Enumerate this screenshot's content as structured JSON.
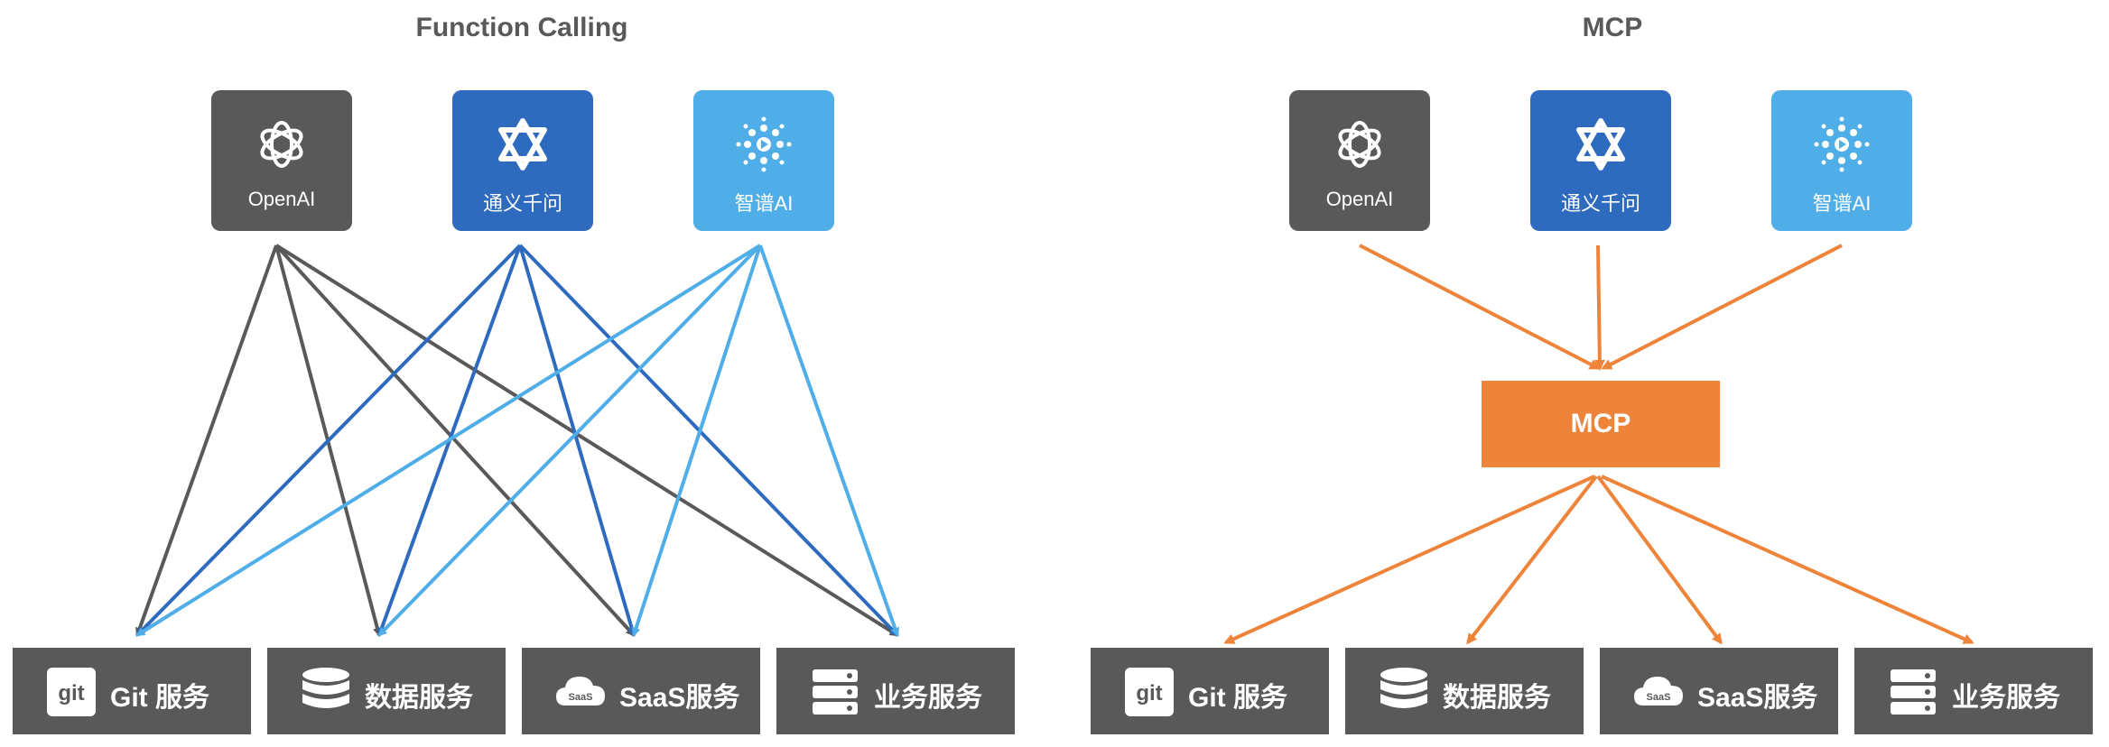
{
  "panels": {
    "left": {
      "title": "Function Calling",
      "models": [
        {
          "label": "OpenAI",
          "icon": "openai-logo-icon",
          "color": "#595959"
        },
        {
          "label": "通义千问",
          "icon": "tongyi-logo-icon",
          "color": "#2e6bbf"
        },
        {
          "label": "智谱AI",
          "icon": "zhipu-logo-icon",
          "color": "#4faee8"
        }
      ],
      "services": [
        {
          "label": "Git 服务",
          "icon": "git-icon"
        },
        {
          "label": "数据服务",
          "icon": "database-icon"
        },
        {
          "label": "SaaS服务",
          "icon": "saas-cloud-icon"
        },
        {
          "label": "业务服务",
          "icon": "server-icon"
        }
      ]
    },
    "right": {
      "title": "MCP",
      "hub_label": "MCP",
      "hub_color": "#ed843a",
      "models": [
        {
          "label": "OpenAI",
          "icon": "openai-logo-icon",
          "color": "#595959"
        },
        {
          "label": "通义千问",
          "icon": "tongyi-logo-icon",
          "color": "#2e6bbf"
        },
        {
          "label": "智谱AI",
          "icon": "zhipu-logo-icon",
          "color": "#4faee8"
        }
      ],
      "services": [
        {
          "label": "Git 服务",
          "icon": "git-icon"
        },
        {
          "label": "数据服务",
          "icon": "database-icon"
        },
        {
          "label": "SaaS服务",
          "icon": "saas-cloud-icon"
        },
        {
          "label": "业务服务",
          "icon": "server-icon"
        }
      ]
    }
  }
}
